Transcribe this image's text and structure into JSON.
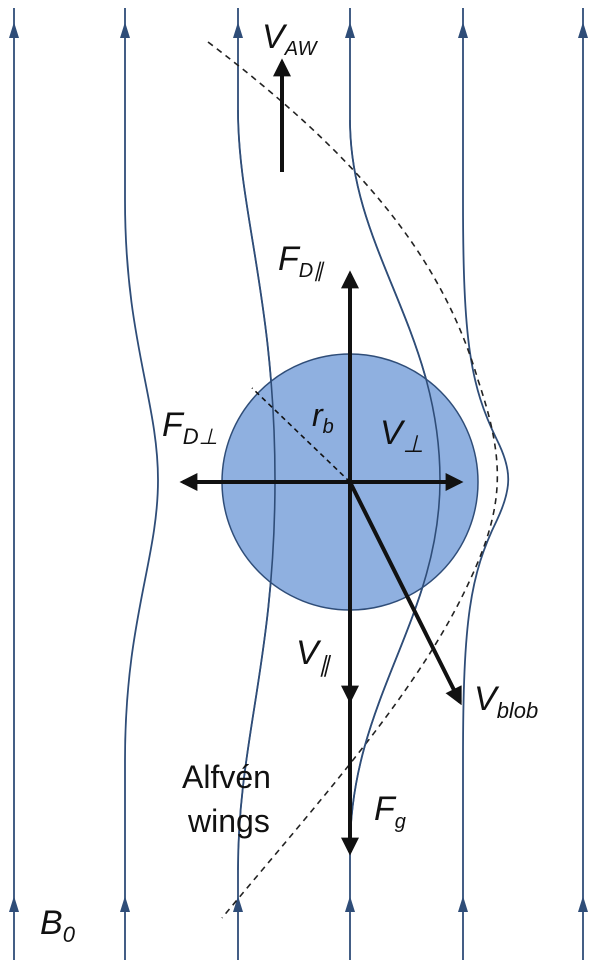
{
  "colors": {
    "field_line": "#2f4d78",
    "blob_fill": "#8fb0e0",
    "blob_stroke": "#2f4d78",
    "vector": "#111111",
    "dashed": "#222222"
  },
  "labels": {
    "v_aw": {
      "main": "V",
      "sub": "AW"
    },
    "f_d_par": {
      "main": "F",
      "sub": "D∥"
    },
    "f_d_perp": {
      "main": "F",
      "sub": "D⊥"
    },
    "r_b": {
      "main": "r",
      "sub": "b"
    },
    "v_perp": {
      "main": "V",
      "sub": "⊥"
    },
    "v_par": {
      "main": "V",
      "sub": "∥"
    },
    "v_blob": {
      "main": "V",
      "sub": "blob"
    },
    "f_g": {
      "main": "F",
      "sub": "g"
    },
    "b_0": {
      "main": "B",
      "sub": "0"
    },
    "alfven_line1": "Alfvén",
    "alfven_line2": "wings"
  }
}
